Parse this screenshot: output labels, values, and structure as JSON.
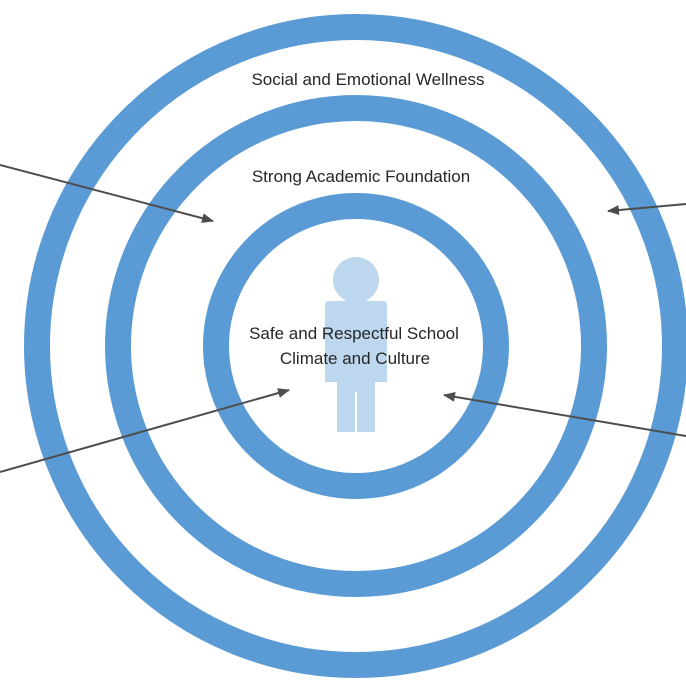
{
  "rings": [
    {
      "label": "Social and Emotional Wellness"
    },
    {
      "label": "Strong Academic Foundation"
    },
    {
      "label_lines": [
        "Safe and Respectful School",
        "Climate and Culture"
      ]
    }
  ],
  "colors": {
    "ring": "#5b9bd5",
    "person": "#bdd7ee",
    "arrow": "#4d4d4d",
    "text": "#262626",
    "background": "#ffffff"
  },
  "icons": {
    "center": "person-icon"
  }
}
